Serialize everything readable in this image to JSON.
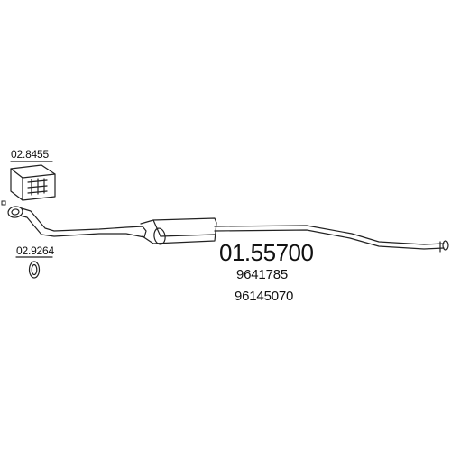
{
  "labels": {
    "clamp_kit_code": "02.8455",
    "gasket_code": "02.9264",
    "main_part_number": "01.55700",
    "oem_ref_1": "9641785",
    "oem_ref_2": "96145070"
  },
  "colors": {
    "line": "#222222",
    "fill": "#ffffff",
    "background": "#ffffff"
  },
  "icons": {
    "clamp_kit": "parts-box-icon",
    "gasket": "ring-gasket-icon"
  }
}
